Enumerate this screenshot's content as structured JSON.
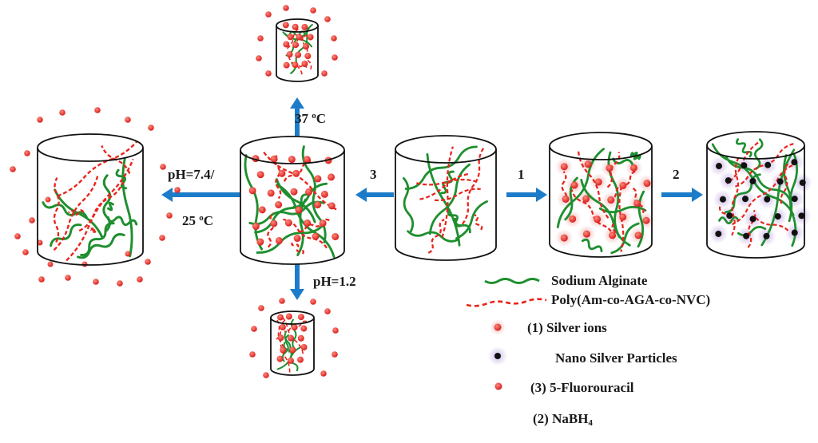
{
  "labels": {
    "temp_37": "37",
    "temp_37_unit": "C",
    "ph_74": "pH=7.4/",
    "temp_25": "25",
    "temp_25_unit": "C",
    "ph_12": "pH=1.2",
    "step_3": "3",
    "step_1": "1",
    "step_2": "2"
  },
  "legend": {
    "sodium_alginate": "Sodium Alginate",
    "poly": "Poly(Am-co-AGA-co-NVC)",
    "silver_ions": "(1) Silver ions",
    "nano_silver": "Nano Silver Particles",
    "fluorouracil": "(3) 5-Fluorouracil",
    "nabh4_prefix": "(2) NaBH",
    "nabh4_sub": "4"
  },
  "colors": {
    "alginate": "#1f8f2f",
    "poly": "#e8241c",
    "drug": "#d81e1e",
    "arrow": "#1d7cc9",
    "silver_glow": "#f4b6b6",
    "nano_glow": "#cbb7e6"
  }
}
